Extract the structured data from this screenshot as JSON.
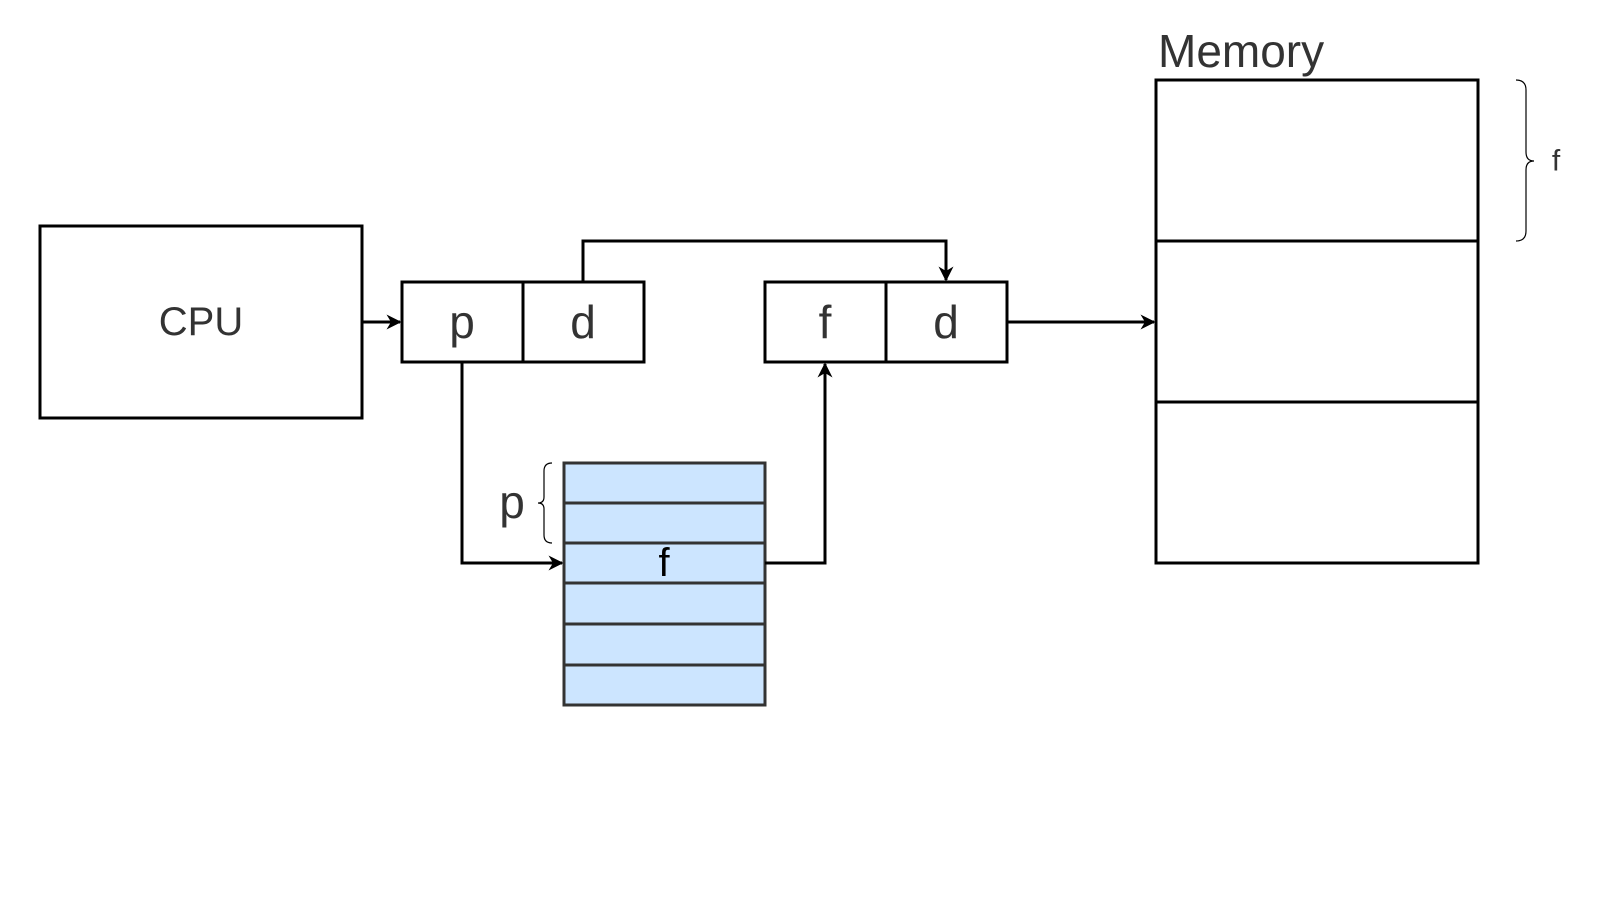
{
  "cpu": {
    "label": "CPU"
  },
  "logical_address": {
    "page_label": "p",
    "offset_label": "d"
  },
  "physical_address": {
    "frame_label": "f",
    "offset_label": "d"
  },
  "page_table": {
    "rows": [
      "",
      "",
      "f",
      "",
      "",
      ""
    ],
    "index_brace_label": "p"
  },
  "memory": {
    "title": "Memory",
    "frame_brace_label": "f",
    "frames": 3
  },
  "colors": {
    "page_table_fill": "#cce5ff",
    "page_table_stroke": "#333333",
    "line": "#000000",
    "text": "#333333"
  }
}
